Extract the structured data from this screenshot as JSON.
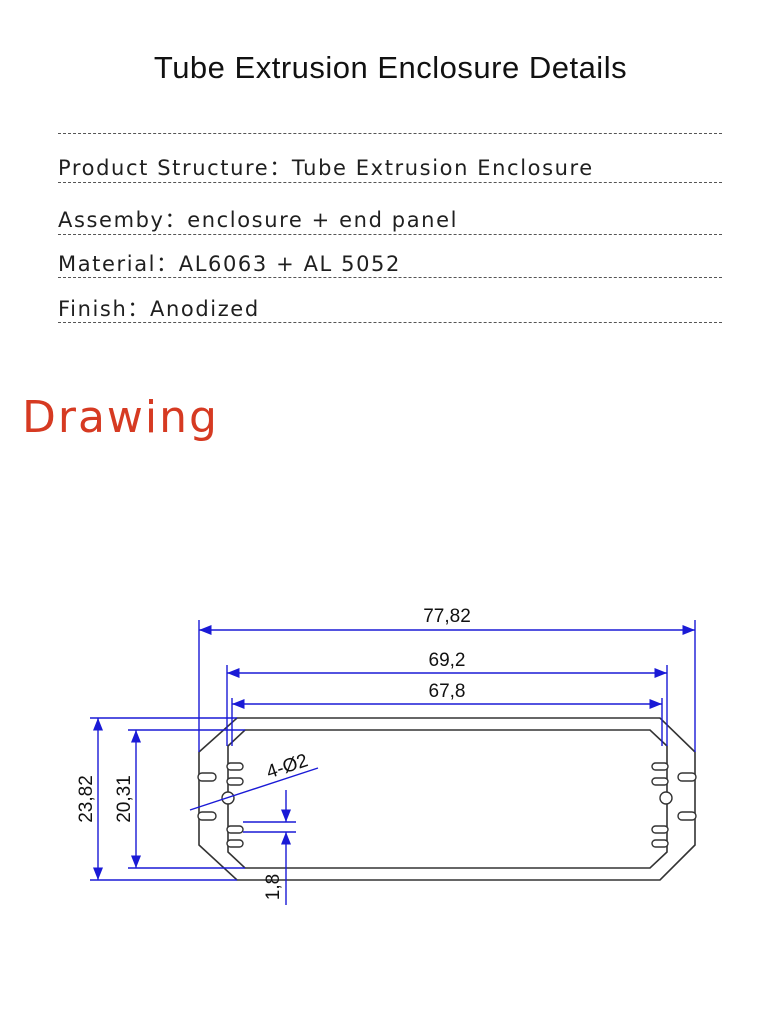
{
  "header": {
    "title": "Tube Extrusion Enclosure Details"
  },
  "specs": [
    {
      "label": "Product Structure",
      "value": "Tube Extrusion Enclosure"
    },
    {
      "label": "Assemby",
      "value": "enclosure + end panel"
    },
    {
      "label": "Material",
      "value": "AL6063 + AL 5052"
    },
    {
      "label": "Finish",
      "value": "Anodized"
    }
  ],
  "separator": "：",
  "section": {
    "heading": "Drawing"
  },
  "drawing": {
    "dim_overall_width": "77,82",
    "dim_outer_width": "69,2",
    "dim_inner_width": "67,8",
    "dim_overall_height": "23,82",
    "dim_inner_height": "20,31",
    "dim_hole": "4-Ø2",
    "dim_wall": "1,8"
  },
  "colors": {
    "heading": "#d63a22",
    "dimension_lines": "#1a1ad6",
    "outline": "#333333"
  }
}
